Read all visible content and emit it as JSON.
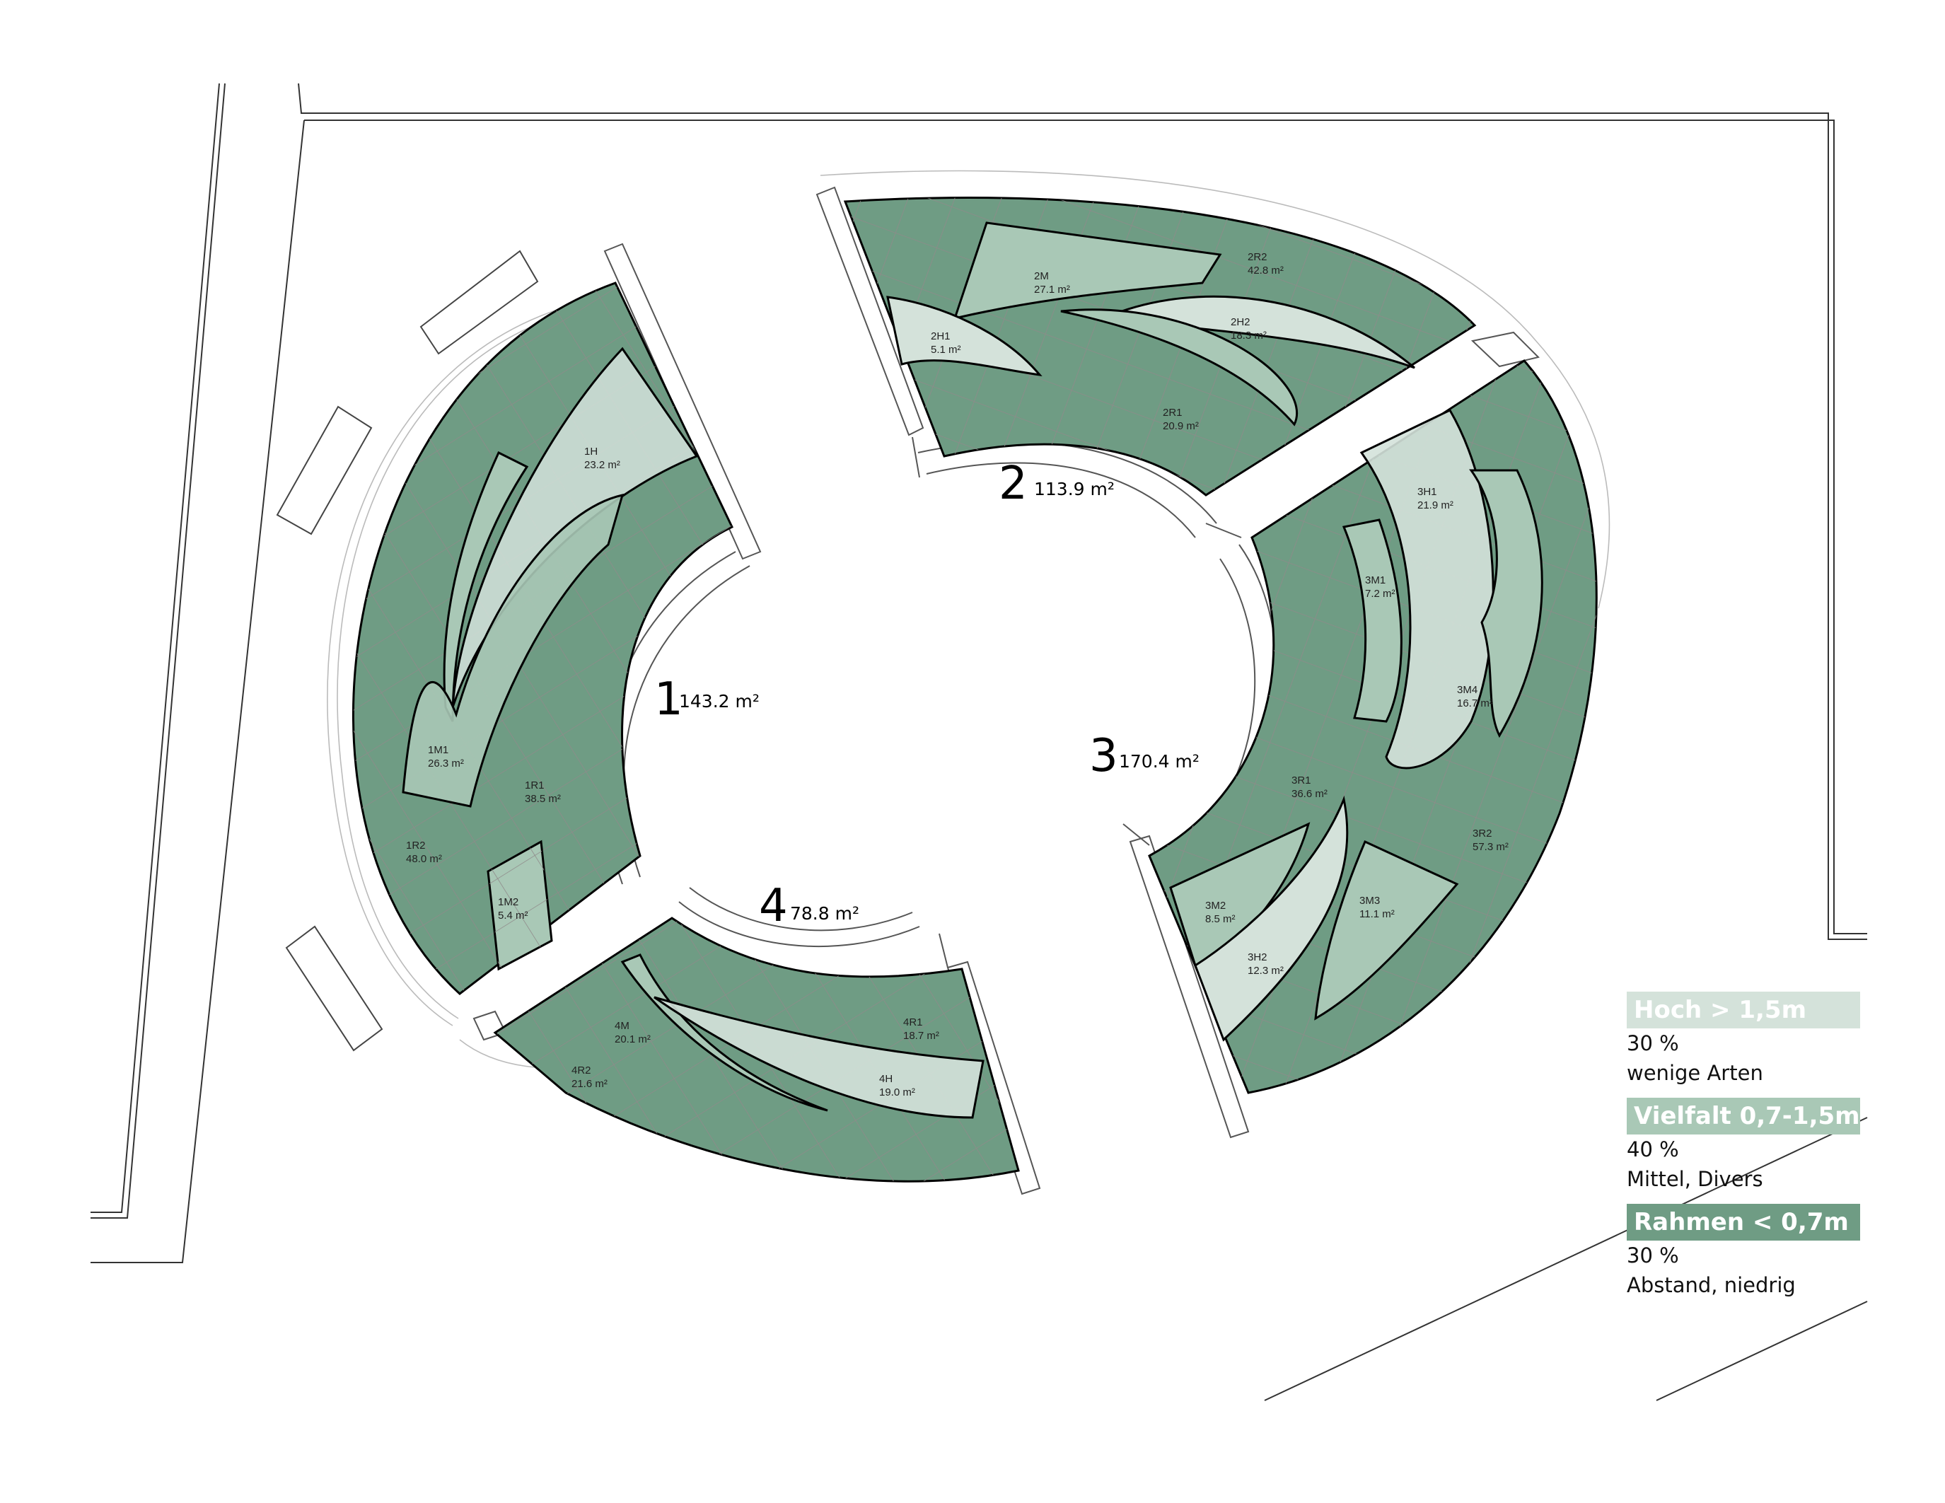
{
  "colors": {
    "hoch": "#d4e2da",
    "vielfalt": "#a9c8b6",
    "rahmen": "#6f9c84",
    "bed_fill": "#a8c9b5",
    "grid": "#8f8a8a"
  },
  "zones": [
    {
      "id": "1",
      "number": "1",
      "area": "143.2 m²"
    },
    {
      "id": "2",
      "number": "2",
      "area": "113.9 m²"
    },
    {
      "id": "3",
      "number": "3",
      "area": "170.4 m²"
    },
    {
      "id": "4",
      "number": "4",
      "area": "78.8 m²"
    }
  ],
  "subzones": [
    {
      "code": "1H",
      "area": "23.2 m²"
    },
    {
      "code": "1M1",
      "area": "26.3 m²"
    },
    {
      "code": "1R1",
      "area": "38.5 m²"
    },
    {
      "code": "1R2",
      "area": "48.0 m²"
    },
    {
      "code": "1M2",
      "area": "5.4 m²"
    },
    {
      "code": "2M",
      "area": "27.1 m²"
    },
    {
      "code": "2R2",
      "area": "42.8 m²"
    },
    {
      "code": "2H1",
      "area": "5.1 m²"
    },
    {
      "code": "2H2",
      "area": "18.3 m²"
    },
    {
      "code": "2R1",
      "area": "20.9 m²"
    },
    {
      "code": "3H1",
      "area": "21.9 m²"
    },
    {
      "code": "3M1",
      "area": "7.2 m²"
    },
    {
      "code": "3M4",
      "area": "16.7 m²"
    },
    {
      "code": "3R1",
      "area": "36.6 m²"
    },
    {
      "code": "3R2",
      "area": "57.3 m²"
    },
    {
      "code": "3M2",
      "area": "8.5 m²"
    },
    {
      "code": "3M3",
      "area": "11.1 m²"
    },
    {
      "code": "3H2",
      "area": "12.3 m²"
    },
    {
      "code": "4M",
      "area": "20.1 m²"
    },
    {
      "code": "4R1",
      "area": "18.7 m²"
    },
    {
      "code": "4R2",
      "area": "21.6 m²"
    },
    {
      "code": "4H",
      "area": "19.0 m²"
    }
  ],
  "legend": [
    {
      "title": "Hoch > 1,5m",
      "percent": "30 %",
      "description": "wenige Arten",
      "color": "#d4e2da"
    },
    {
      "title": "Vielfalt 0,7-1,5m",
      "percent": "40 %",
      "description": "Mittel, Divers",
      "color": "#a9c8b6"
    },
    {
      "title": "Rahmen < 0,7m",
      "percent": "30 %",
      "description": "Abstand, niedrig",
      "color": "#6f9c84"
    }
  ]
}
